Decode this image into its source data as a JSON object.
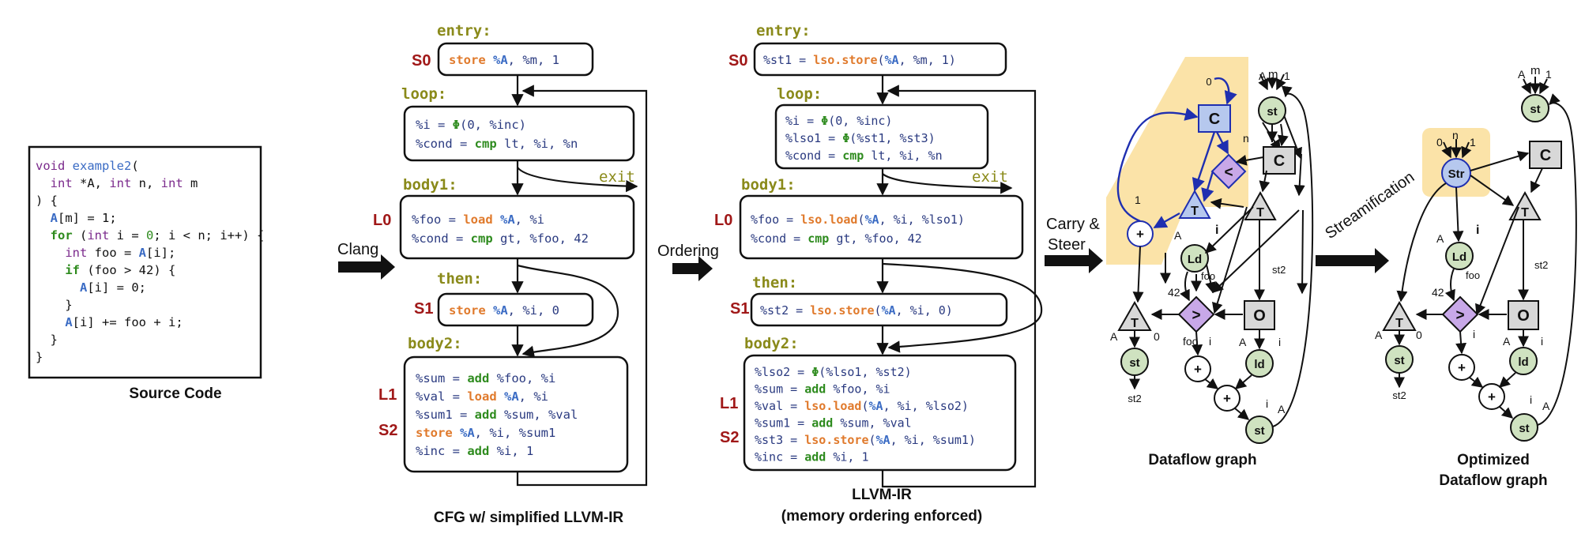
{
  "colors": {
    "keyword_green": "#2e8b1e",
    "type_purple": "#7b2a8c",
    "var_blue": "#3a6bc4",
    "ir_navy": "#2a3a80",
    "load_orange": "#e07a2c",
    "label_olive": "#8a8a1a",
    "stmt_red": "#a01818",
    "node_green": "#cfe2c0",
    "node_gray": "#d8d8d8",
    "node_purple": "#c8a8e8",
    "node_blue": "#b6c8ee",
    "highlight": "#fbe3a8",
    "steer_blue": "#1f2fb0"
  },
  "source": {
    "caption": "Source Code",
    "lines": [
      [
        [
          "void ",
          "kw_purple"
        ],
        [
          "example2",
          "fn_blue"
        ],
        [
          "(",
          "plain"
        ]
      ],
      [
        [
          "  ",
          "plain"
        ],
        [
          "int",
          "kw_purple"
        ],
        [
          " *A, ",
          "plain"
        ],
        [
          "int",
          "kw_purple"
        ],
        [
          " n, ",
          "plain"
        ],
        [
          "int",
          "kw_purple"
        ],
        [
          " m",
          "plain"
        ]
      ],
      [
        [
          ") {",
          "plain"
        ]
      ],
      [
        [
          "  ",
          "plain"
        ],
        [
          "A",
          "var"
        ],
        [
          "[m] = 1;",
          "plain"
        ]
      ],
      [
        [
          "  ",
          "plain"
        ],
        [
          "for",
          "kw_green"
        ],
        [
          " (",
          "plain"
        ],
        [
          "int",
          "kw_purple"
        ],
        [
          " i = ",
          "plain"
        ],
        [
          "0",
          "num_green"
        ],
        [
          "; i < n; i++) {",
          "plain"
        ]
      ],
      [
        [
          "    ",
          "plain"
        ],
        [
          "int",
          "kw_purple"
        ],
        [
          " foo = ",
          "plain"
        ],
        [
          "A",
          "var"
        ],
        [
          "[i];",
          "plain"
        ]
      ],
      [
        [
          "    ",
          "plain"
        ],
        [
          "if",
          "kw_green"
        ],
        [
          " (foo > 42) {",
          "plain"
        ]
      ],
      [
        [
          "      ",
          "plain"
        ],
        [
          "A",
          "var"
        ],
        [
          "[i] = 0;",
          "plain"
        ]
      ],
      [
        [
          "    }",
          "plain"
        ]
      ],
      [
        [
          "    ",
          "plain"
        ],
        [
          "A",
          "var"
        ],
        [
          "[i] += foo + i;",
          "plain"
        ]
      ],
      [
        [
          "  }",
          "plain"
        ]
      ],
      [
        [
          "}",
          "plain"
        ]
      ]
    ]
  },
  "arrows": {
    "clang": "Clang",
    "ordering": "Ordering",
    "carry_steer_1": "Carry &",
    "carry_steer_2": "Steer",
    "streamification": "Streamification"
  },
  "cfg1": {
    "caption": "CFG w/ simplified LLVM-IR",
    "labels": {
      "entry": "entry:",
      "loop": "loop:",
      "body1": "body1:",
      "then": "then:",
      "body2": "body2:",
      "exit": "exit"
    },
    "markers": {
      "s0": "S0",
      "l0": "L0",
      "s1": "S1",
      "l1": "L1",
      "s2": "S2"
    },
    "entry": [
      [
        [
          "store",
          "op_orange"
        ],
        [
          " %A",
          "var"
        ],
        [
          ", %m, 1",
          "plain"
        ]
      ]
    ],
    "loop": [
      [
        [
          "%i = ",
          "plain"
        ],
        [
          "Φ",
          "op_green"
        ],
        [
          "(0, %inc)",
          "plain"
        ]
      ],
      [
        [
          "%cond = ",
          "plain"
        ],
        [
          "cmp",
          "op_green"
        ],
        [
          " lt, %i, %n",
          "plain"
        ]
      ]
    ],
    "body1": [
      [
        [
          "%foo = ",
          "plain"
        ],
        [
          "load",
          "op_orange"
        ],
        [
          " %A",
          "var"
        ],
        [
          ", %i",
          "plain"
        ]
      ],
      [
        [
          "%cond = ",
          "plain"
        ],
        [
          "cmp",
          "op_green"
        ],
        [
          " gt, %foo, 42",
          "plain"
        ]
      ]
    ],
    "then": [
      [
        [
          "store",
          "op_orange"
        ],
        [
          " %A",
          "var"
        ],
        [
          ", %i, 0",
          "plain"
        ]
      ]
    ],
    "body2": [
      [
        [
          "%sum = ",
          "plain"
        ],
        [
          "add",
          "op_green"
        ],
        [
          " %foo, %i",
          "plain"
        ]
      ],
      [
        [
          "%val = ",
          "plain"
        ],
        [
          "load",
          "op_orange"
        ],
        [
          " %A",
          "var"
        ],
        [
          ", %i",
          "plain"
        ]
      ],
      [
        [
          "%sum1 = ",
          "plain"
        ],
        [
          "add",
          "op_green"
        ],
        [
          " %sum, %val",
          "plain"
        ]
      ],
      [
        [
          "store",
          "op_orange"
        ],
        [
          " %A",
          "var"
        ],
        [
          ", %i, %sum1",
          "plain"
        ]
      ],
      [
        [
          "%inc = ",
          "plain"
        ],
        [
          "add",
          "op_green"
        ],
        [
          " %i, 1",
          "plain"
        ]
      ]
    ]
  },
  "cfg2": {
    "caption1": "LLVM-IR",
    "caption2": "(memory ordering enforced)",
    "entry": [
      [
        [
          "%st1 = ",
          "plain"
        ],
        [
          "lso.store",
          "op_orange"
        ],
        [
          "(",
          "plain"
        ],
        [
          "%A",
          "var"
        ],
        [
          ", %m, 1)",
          "plain"
        ]
      ]
    ],
    "loop": [
      [
        [
          "%i = ",
          "plain"
        ],
        [
          "Φ",
          "op_green"
        ],
        [
          "(0, %inc)",
          "plain"
        ]
      ],
      [
        [
          "%lso1 = ",
          "plain"
        ],
        [
          "Φ",
          "op_green"
        ],
        [
          "(%st1, %st3)",
          "plain"
        ]
      ],
      [
        [
          "%cond = ",
          "plain"
        ],
        [
          "cmp",
          "op_green"
        ],
        [
          " lt, %i, %n",
          "plain"
        ]
      ]
    ],
    "body1": [
      [
        [
          "%foo = ",
          "plain"
        ],
        [
          "lso.load",
          "op_orange"
        ],
        [
          "(",
          "plain"
        ],
        [
          "%A",
          "var"
        ],
        [
          ", %i, %lso1)",
          "plain"
        ]
      ],
      [
        [
          "%cond = ",
          "plain"
        ],
        [
          "cmp",
          "op_green"
        ],
        [
          " gt, %foo, 42",
          "plain"
        ]
      ]
    ],
    "then": [
      [
        [
          "%st2 = ",
          "plain"
        ],
        [
          "lso.store",
          "op_orange"
        ],
        [
          "(",
          "plain"
        ],
        [
          "%A",
          "var"
        ],
        [
          ", %i, 0)",
          "plain"
        ]
      ]
    ],
    "body2": [
      [
        [
          "%lso2 = ",
          "plain"
        ],
        [
          "Φ",
          "op_green"
        ],
        [
          "(%lso1, %st2)",
          "plain"
        ]
      ],
      [
        [
          "%sum = ",
          "plain"
        ],
        [
          "add",
          "op_green"
        ],
        [
          " %foo, %i",
          "plain"
        ]
      ],
      [
        [
          "%val = ",
          "plain"
        ],
        [
          "lso.load",
          "op_orange"
        ],
        [
          "(",
          "plain"
        ],
        [
          "%A",
          "var"
        ],
        [
          ", %i, %lso2)",
          "plain"
        ]
      ],
      [
        [
          "%sum1 = ",
          "plain"
        ],
        [
          "add",
          "op_green"
        ],
        [
          " %sum, %val",
          "plain"
        ]
      ],
      [
        [
          "%st3 = ",
          "plain"
        ],
        [
          "lso.store",
          "op_orange"
        ],
        [
          "(",
          "plain"
        ],
        [
          "%A",
          "var"
        ],
        [
          ", %i, %sum1)",
          "plain"
        ]
      ],
      [
        [
          "%inc = ",
          "plain"
        ],
        [
          "add",
          "op_green"
        ],
        [
          " %i, 1",
          "plain"
        ]
      ]
    ]
  },
  "dfg": {
    "caption": "Dataflow graph",
    "nodes": {
      "c": "C",
      "lt": "<",
      "t": "T",
      "plus": "+",
      "ld": "Ld",
      "gt": ">",
      "o": "O",
      "st": "st",
      "ld_small": "ld"
    },
    "labels": {
      "zero": "0",
      "n": "n",
      "one": "1",
      "a": "A",
      "m": "m",
      "i": "i",
      "foo": "foo",
      "forty_two": "42",
      "st2": "st2"
    }
  },
  "odfg": {
    "caption1": "Optimized",
    "caption2": "Dataflow graph",
    "nodes": {
      "str": "Str"
    }
  }
}
